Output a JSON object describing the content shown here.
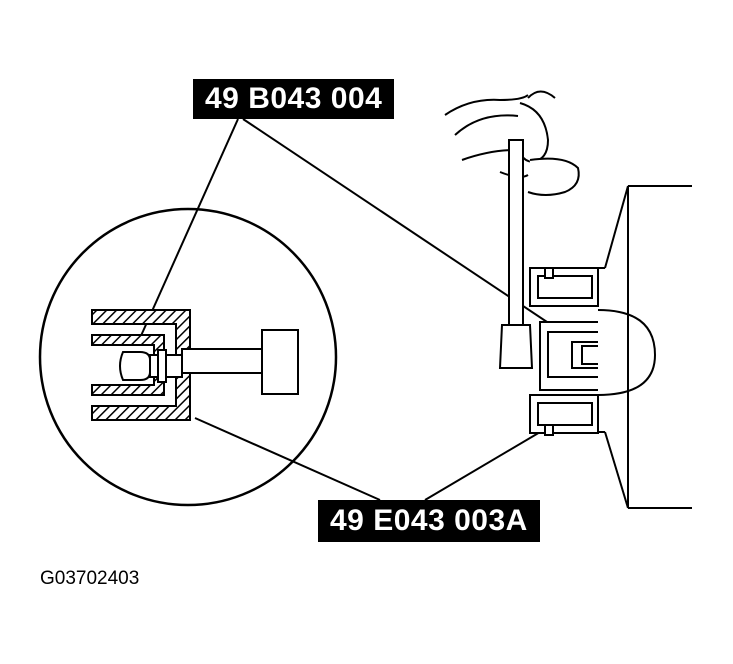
{
  "callouts": {
    "tool_top": "49 B043 004",
    "tool_bottom": "49 E043 003A"
  },
  "figure_code": "G03702403",
  "colors": {
    "ink": "#000000",
    "paper": "#ffffff"
  }
}
